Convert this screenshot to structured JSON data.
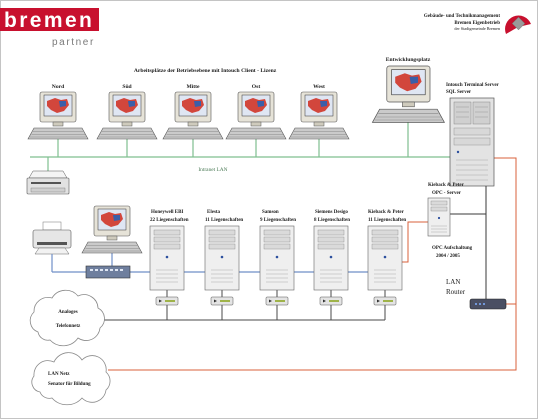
{
  "logo": {
    "word": "bremen",
    "sub": "partner"
  },
  "org": {
    "line1": "Gebäude- und Technikmanagement",
    "line2": "Bremen Eigenbetrieb",
    "line3": "der Stadtgemeinde Bremen"
  },
  "title": "Arbeitsplätze der Betriebsebene mit Intouch Client - Lizenz",
  "workstations": [
    "Nord",
    "Süd",
    "Mitte",
    "Ost",
    "West"
  ],
  "dev_station": "Entwicklungsplatz",
  "terminal_server": {
    "line1": "Intouch Terminal Server",
    "line2": "SQL Server"
  },
  "intranet_label": "Intranet LAN",
  "opc_server": {
    "line1": "Kieback & Peter",
    "line2": "OPC - Server"
  },
  "opc_note": {
    "line1": "OPC Aufschaltung",
    "line2": "2004 / 2005"
  },
  "controllers": [
    {
      "name": "Honeywell EBI",
      "sites": "22 Liegenschaften"
    },
    {
      "name": "Elesta",
      "sites": "11 Liegenschaften"
    },
    {
      "name": "Samson",
      "sites": "9 Liegenschaften"
    },
    {
      "name": "Siemens Desigo",
      "sites": "8 Liegenschaften"
    },
    {
      "name": "Kieback & Peter",
      "sites": "11 Liegenschaften"
    }
  ],
  "router": {
    "line1": "LAN",
    "line2": "Router"
  },
  "phone_cloud": {
    "line1": "Analoges",
    "line2": "Telefonnetz"
  },
  "lan_cloud": {
    "line1": "LAN Netz",
    "line2": "Senator für Bildung"
  },
  "colors": {
    "brand_red": "#c8102e",
    "intranet": "#7fbf8f",
    "field_lan": "#6f8fc8",
    "wan": "#d9603b",
    "modem_line": "#4a4a4a"
  }
}
